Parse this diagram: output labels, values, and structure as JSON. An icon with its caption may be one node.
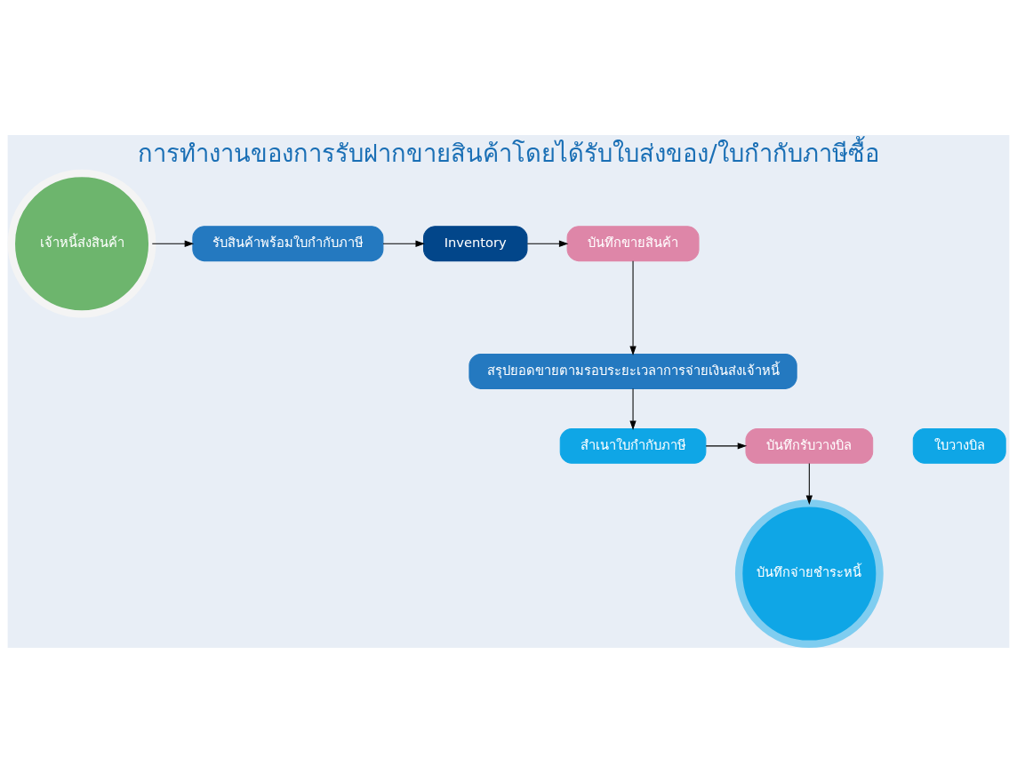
{
  "diagram": {
    "title": "การทำงานของการรับฝากขายสินค้าโดยได้รับใบส่งของ/ใบกำกับภาษีซื้อ",
    "nodes": [
      {
        "text": [
          "เจ้าหนี้ส่งสินค้า"
        ]
      },
      {
        "text": [
          "รับสินค้าพร้อมใบกำกับภาษี"
        ]
      },
      {
        "text": [
          "Inventory"
        ]
      },
      {
        "text": [
          "บันทึกขายสินค้า"
        ]
      },
      {
        "text": [
          "สรุปยอดขายตามรอบระยะเวลาการจ่ายเงินส่งเจ้าหนี้"
        ]
      },
      {
        "text": [
          "สำเนาใบกำกับภาษี"
        ]
      },
      {
        "text": [
          "ใบวางบิล"
        ]
      },
      {
        "text": [
          "บันทึกรับวางบิล"
        ]
      },
      {
        "text": [
          "บันทึกจ่ายชำระหนี้"
        ]
      }
    ],
    "edges": [
      {
        "from": 0,
        "to": 1,
        "arrow": "to"
      },
      {
        "from": 1,
        "to": 2,
        "arrow": "to"
      },
      {
        "from": 2,
        "to": 3,
        "arrow": "to"
      },
      {
        "from": 3,
        "to": 4,
        "arrow": "to"
      },
      {
        "from": 4,
        "to": 5,
        "arrow": "to"
      },
      {
        "from": 5,
        "to": 7,
        "arrow": "to"
      },
      {
        "from": 7,
        "to": 8,
        "arrow": "to"
      }
    ]
  }
}
